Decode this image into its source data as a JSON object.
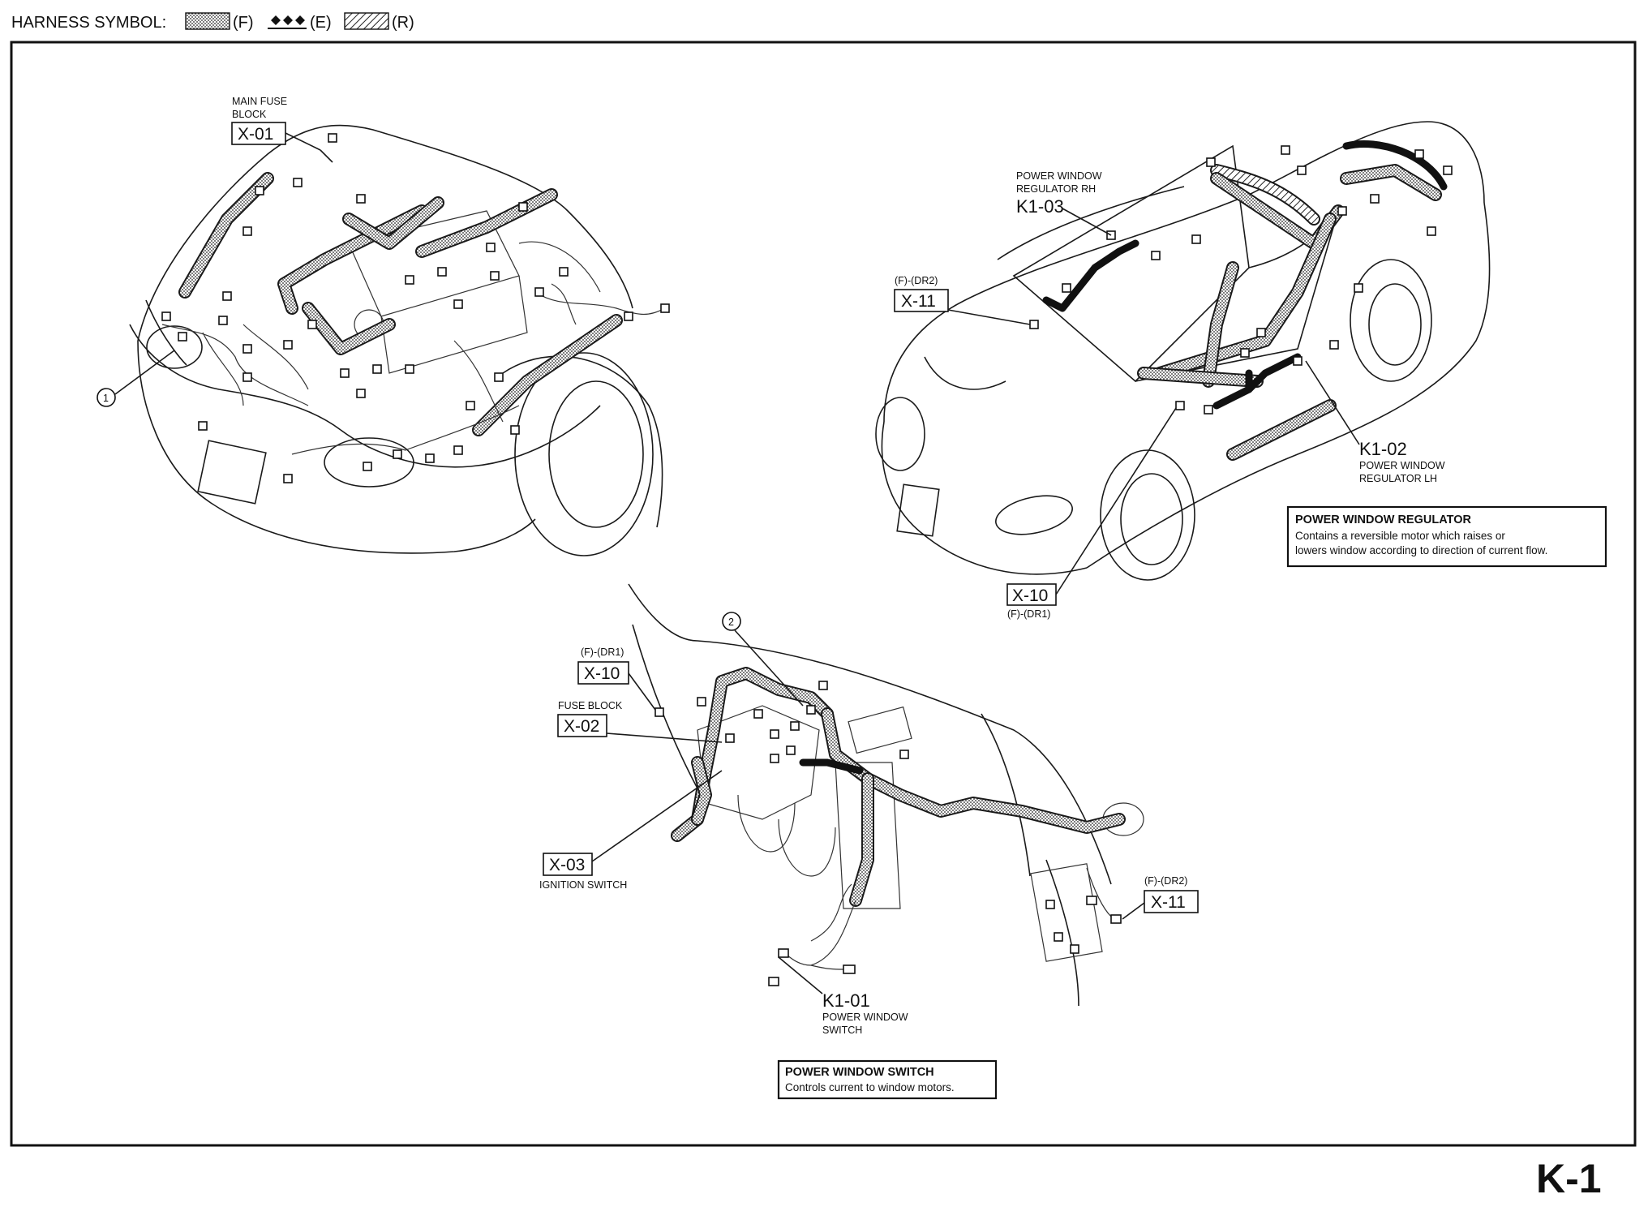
{
  "header": {
    "title": "HARNESS SYMBOL:",
    "legend": [
      {
        "symbol": "dotted-harness",
        "code": "(F)"
      },
      {
        "symbol": "diamond-harness",
        "code": "(E)"
      },
      {
        "symbol": "hatched-harness",
        "code": "(R)"
      }
    ]
  },
  "page_number": "K-1",
  "view_engine": {
    "main_fuse": {
      "label_line1": "MAIN FUSE",
      "label_line2": "BLOCK",
      "code": "X-01"
    },
    "callout": "1"
  },
  "view_top": {
    "k103": {
      "label_line1": "POWER WINDOW",
      "label_line2": "REGULATOR RH",
      "code": "K1-03"
    },
    "x11": {
      "tag": "(F)-(DR2)",
      "code": "X-11"
    },
    "k102": {
      "code": "K1-02",
      "label_line1": "POWER WINDOW",
      "label_line2": "REGULATOR LH"
    },
    "x10": {
      "code": "X-10",
      "tag": "(F)-(DR1)"
    },
    "info": {
      "title": "POWER WINDOW REGULATOR",
      "line1": "Contains a reversible motor which raises or",
      "line2": "lowers window according to direction of current flow."
    }
  },
  "view_dash": {
    "callout": "2",
    "x10": {
      "tag": "(F)-(DR1)",
      "code": "X-10"
    },
    "x02": {
      "label": "FUSE BLOCK",
      "code": "X-02"
    },
    "x03": {
      "code": "X-03",
      "label": "IGNITION SWITCH"
    },
    "x11": {
      "tag": "(F)-(DR2)",
      "code": "X-11"
    },
    "k101": {
      "code": "K1-01",
      "label_line1": "POWER WINDOW",
      "label_line2": "SWITCH"
    },
    "info": {
      "title": "POWER WINDOW SWITCH",
      "line1": "Controls current to window motors."
    }
  }
}
